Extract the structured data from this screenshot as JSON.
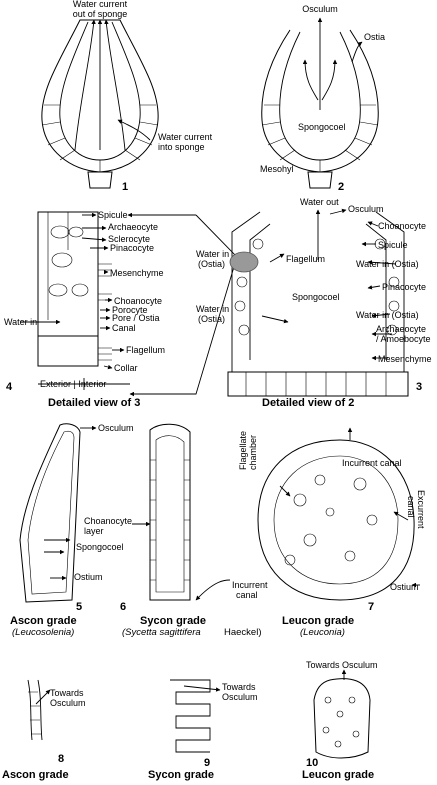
{
  "fig1": {
    "number": "1",
    "top_label_1": "Water current",
    "top_label_2": "out of sponge",
    "side_label_1": "Water current",
    "side_label_2": "into sponge"
  },
  "fig2": {
    "number": "2",
    "osculum": "Osculum",
    "ostia": "Ostia",
    "spongocoel": "Spongocoel",
    "mesohyl": "Mesohyl"
  },
  "fig4": {
    "number": "4",
    "spicule": "Spicule",
    "archaeocyte": "Archaeocyte",
    "sclerocyte": "Sclerocyte",
    "pinacocyte": "Pinacocyte",
    "mesenchyme": "Mesenchyme",
    "choanocyte": "Choanocyte",
    "porocyte": "Porocyte",
    "pore_ostia": "Pore / Ostia",
    "water_in": "Water in",
    "canal": "Canal",
    "flagellum": "Flagellum",
    "collar": "Collar",
    "exterior_interior": "Exterior | Interior",
    "caption": "Detailed view of 3"
  },
  "fig3": {
    "number": "3",
    "water_out": "Water out",
    "osculum": "Osculum",
    "choanocyte": "Choanocyte",
    "spicule": "Spicule",
    "water_in_ostia_left_1": "Water in",
    "water_in_ostia_left_2": "(Ostia)",
    "flagellum": "Flagellum",
    "water_in_ostia_right": "Water in (Ostia)",
    "pinacocyte": "Pinacocyte",
    "spongocoel": "Spongocoel",
    "water_in_ostia_left2_1": "Water in",
    "water_in_ostia_left2_2": "(Ostia)",
    "water_in_ostia_right2": "Water in (Ostia)",
    "archaeocyte": "Archaeocyte",
    "amoebocyte": "/ Amoebocyte",
    "mesenchyme": "Mesenchyme",
    "caption": "Detailed view of 2"
  },
  "fig5": {
    "number": "5",
    "osculum": "Osculum",
    "choanocyte_layer_1": "Choanocyte",
    "choanocyte_layer_2": "layer",
    "spongocoel": "Spongocoel",
    "ostium": "Ostium",
    "caption": "Ascon grade",
    "genus": "(Leucosolenia)"
  },
  "fig6": {
    "number": "6",
    "caption": "Sycon grade",
    "species": "(Sycetta sagittifera",
    "author": " Haeckel)",
    "incurrent_canal_1": "Incurrent",
    "incurrent_canal_2": "canal"
  },
  "fig7": {
    "number": "7",
    "incurrent_canal": "Incurrent canal",
    "flagellate_1": "Flagellate",
    "flagellate_2": "chamber",
    "excurrent_1": "Excurrent",
    "excurrent_2": "canal",
    "ostium": "Ostium",
    "caption": "Leucon grade",
    "genus": "(Leuconia)"
  },
  "fig8": {
    "number": "8",
    "towards_1": "Towards",
    "towards_2": "Osculum",
    "caption": "Ascon grade"
  },
  "fig9": {
    "number": "9",
    "towards_1": "Towards",
    "towards_2": "Osculum",
    "caption": "Sycon grade"
  },
  "fig10": {
    "number": "10",
    "towards": "Towards Osculum",
    "caption": "Leucon grade"
  }
}
